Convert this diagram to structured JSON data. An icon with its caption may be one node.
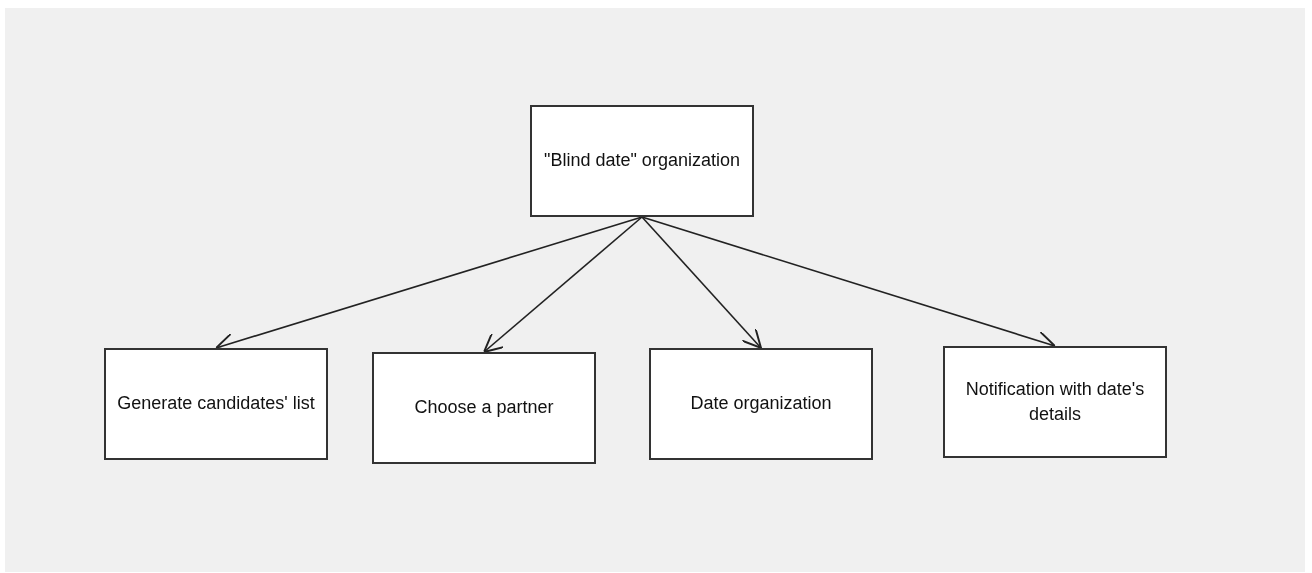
{
  "diagram": {
    "nodes": [
      {
        "text": [
          "\"Blind date\" organization"
        ]
      },
      {
        "text": [
          "Generate candidates' list"
        ]
      },
      {
        "text": [
          "Choose a partner"
        ]
      },
      {
        "text": [
          "Date organization"
        ]
      },
      {
        "text": [
          "Notification with date's details"
        ]
      }
    ],
    "edges": [
      {
        "from": 0,
        "to": 1,
        "arrow": "to"
      },
      {
        "from": 0,
        "to": 2,
        "arrow": "to"
      },
      {
        "from": 0,
        "to": 3,
        "arrow": "to"
      },
      {
        "from": 0,
        "to": 4,
        "arrow": "to"
      }
    ]
  }
}
